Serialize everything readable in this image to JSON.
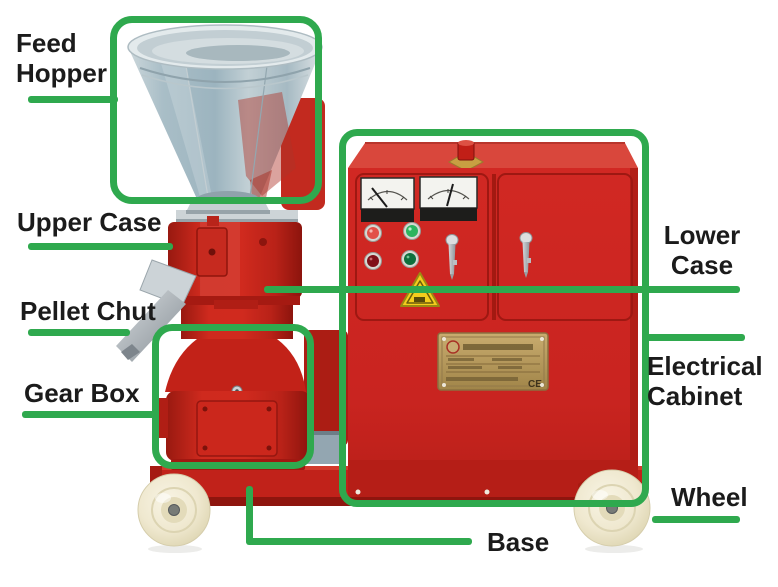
{
  "diagram": {
    "title": "Pellet machine labeled parts diagram",
    "annotation_color": "#2fa94e",
    "label_text_color": "#1b1b1b",
    "background_color": "#ffffff",
    "labels": {
      "feed_hopper": "Feed\nHopper",
      "upper_case": "Upper Case",
      "pellet_chut": "Pellet Chut",
      "gear_box": "Gear Box",
      "lower_case": "Lower\nCase",
      "electrical_cabinet": "Electrical\nCabinet",
      "wheel": "Wheel",
      "base": "Base"
    },
    "machine": {
      "body_color": "#cd2520",
      "hopper_steel_color": "#a9bfc9",
      "wheel_cream_color": "#efe8cf",
      "nameplate_brass_color": "#b5985c",
      "warning_triangle_color": "#f4cd1d",
      "nameplate_ce_mark": "CE",
      "nameplate_text": "Chinese manufacturer nameplate (illegible)",
      "gauges": [
        "analog-meter",
        "analog-meter"
      ],
      "indicator_lights": [
        "red",
        "green",
        "dark-red",
        "dark-green"
      ],
      "door_keys": 2
    }
  }
}
